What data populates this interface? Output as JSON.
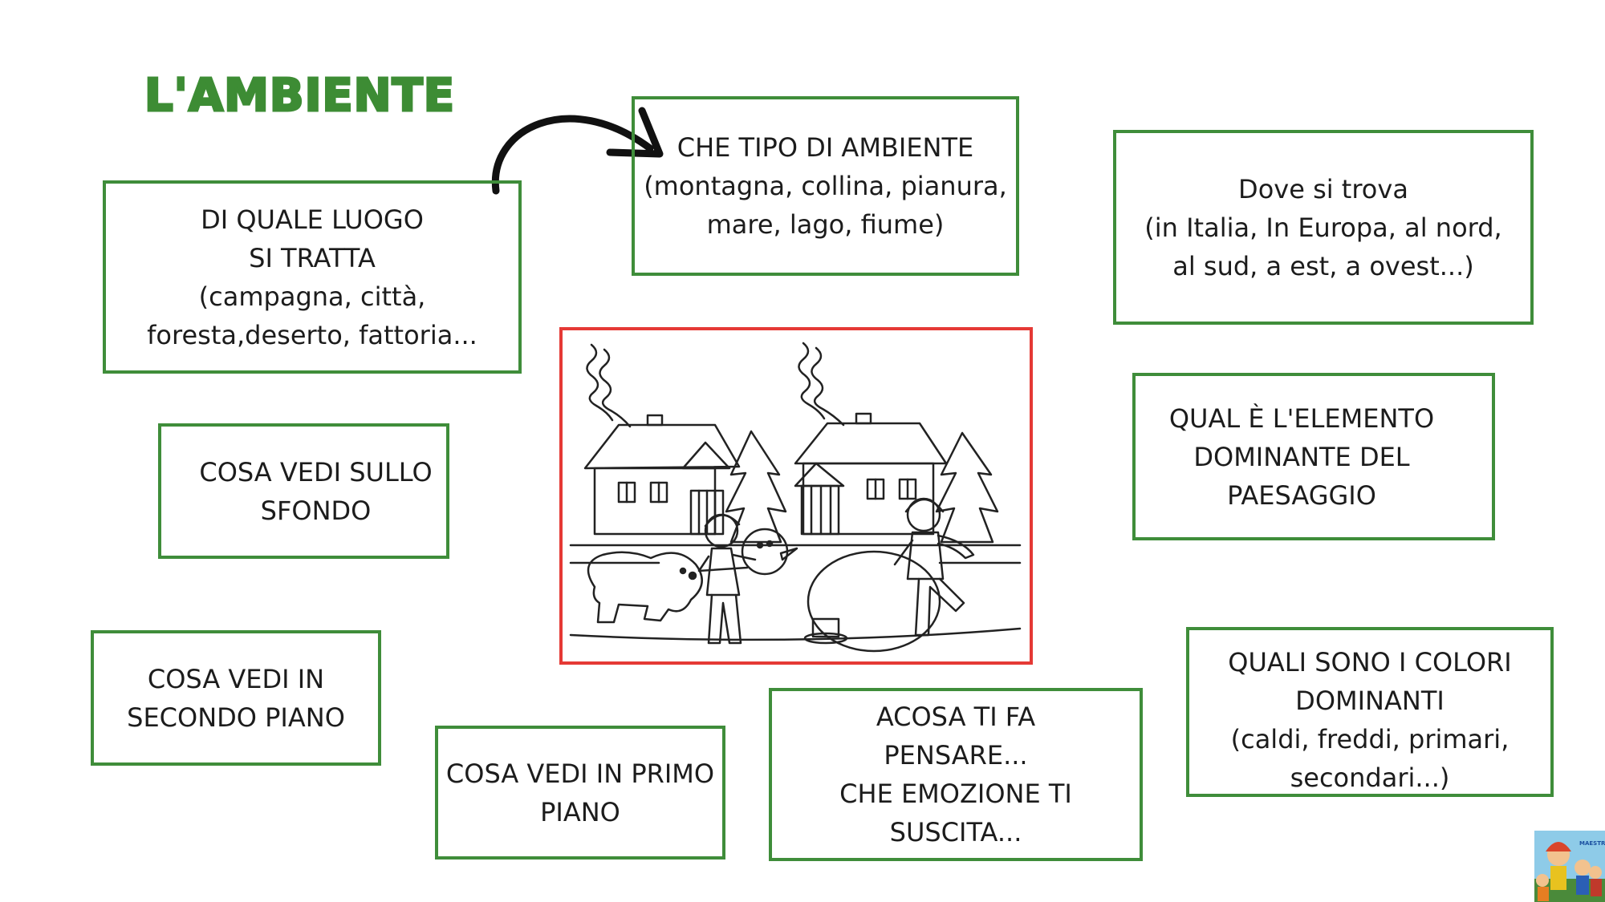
{
  "title": "L'AMBIENTE",
  "boxes": {
    "luogo": "DI QUALE LUOGO\nSI TRATTA\n(campagna, città,\nforesta,deserto, fattoria...",
    "tipo": "CHE TIPO DI AMBIENTE\n(montagna, collina, pianura,\nmare, lago, fiume)",
    "dove": "Dove si trova\n(in Italia, In Europa, al nord,\nal sud, a est, a ovest...)",
    "sfondo": "COSA VEDI SULLO\nSFONDO",
    "elemento": "QUAL È L'ELEMENTO\nDOMINANTE DEL\nPAESAGGIO",
    "secondo_piano": "COSA VEDI IN\nSECONDO PIANO",
    "primo_piano": "COSA VEDI IN PRIMO\nPIANO",
    "pensare": "ACOSA TI FA\nPENSARE...\nCHE EMOZIONE TI\nSUSCITA...",
    "colori": "QUALI SONO I COLORI\nDOMINANTI\n(caldi, freddi, primari,\nsecondari...)"
  },
  "colors": {
    "box_border": "#3f8d3a",
    "title": "#3d8c34",
    "picture_border": "#e53935"
  },
  "icons": {
    "arrow": "curved-arrow-icon",
    "picture": "winter-snowman-illustration",
    "logo": "children-logo"
  }
}
